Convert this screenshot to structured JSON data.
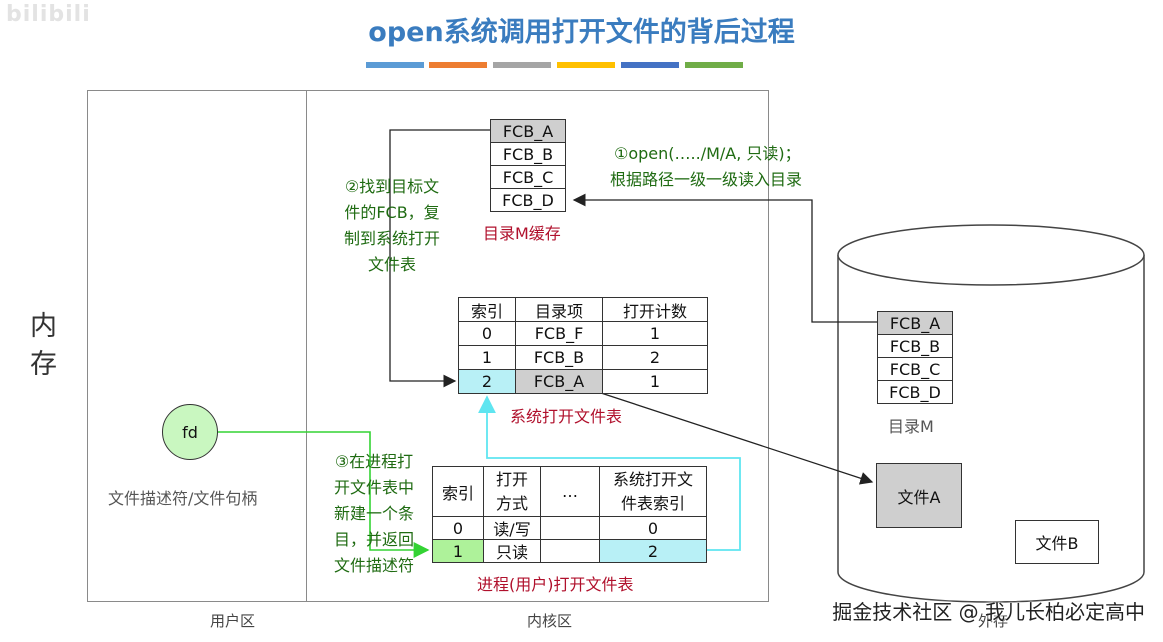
{
  "title": "open系统调用打开文件的背后过程",
  "watermark_top": "bilibili",
  "watermark_bottom": "掘金技术社区 @ 我儿长柏必定高中",
  "left_label": "内存",
  "regions": {
    "user": "用户区",
    "kernel": "内核区",
    "external": "外存"
  },
  "fd": {
    "label": "fd",
    "caption": "文件描述符/文件句柄"
  },
  "dir_cache": {
    "rows": [
      "FCB_A",
      "FCB_B",
      "FCB_C",
      "FCB_D"
    ],
    "caption": "目录M缓存"
  },
  "step1": {
    "line1": "①open(…../M/A, 只读)；",
    "line2": "根据路径一级一级读入目录"
  },
  "step2": {
    "lines": [
      "②找到目标文",
      "件的FCB，复",
      "制到系统打开",
      "文件表"
    ]
  },
  "step3": {
    "lines": [
      "③在进程打",
      "开文件表中",
      "新建一个条",
      "目，并返回",
      "文件描述符"
    ]
  },
  "sys_table": {
    "headers": [
      "索引",
      "目录项",
      "打开计数"
    ],
    "rows": [
      [
        "0",
        "FCB_F",
        "1"
      ],
      [
        "1",
        "FCB_B",
        "2"
      ],
      [
        "2",
        "FCB_A",
        "1"
      ]
    ],
    "caption": "系统打开文件表"
  },
  "proc_table": {
    "headers": [
      "索引",
      "打开\n方式",
      "…",
      "系统打开文\n件表索引"
    ],
    "rows": [
      [
        "0",
        "读/写",
        "",
        "0"
      ],
      [
        "1",
        "只读",
        "",
        "2"
      ]
    ],
    "caption": "进程(用户)打开文件表"
  },
  "disk_dir": {
    "rows": [
      "FCB_A",
      "FCB_B",
      "FCB_C",
      "FCB_D"
    ],
    "caption": "目录M"
  },
  "file_a": "文件A",
  "file_b": "文件B",
  "colors": {
    "title": "#3a7cbf",
    "green_note": "#1f6b12",
    "red_caption": "#b0102c",
    "bars": [
      "#5b9bd5",
      "#ed7d31",
      "#a5a5a5",
      "#ffc000",
      "#4472c4",
      "#70ad47"
    ]
  }
}
